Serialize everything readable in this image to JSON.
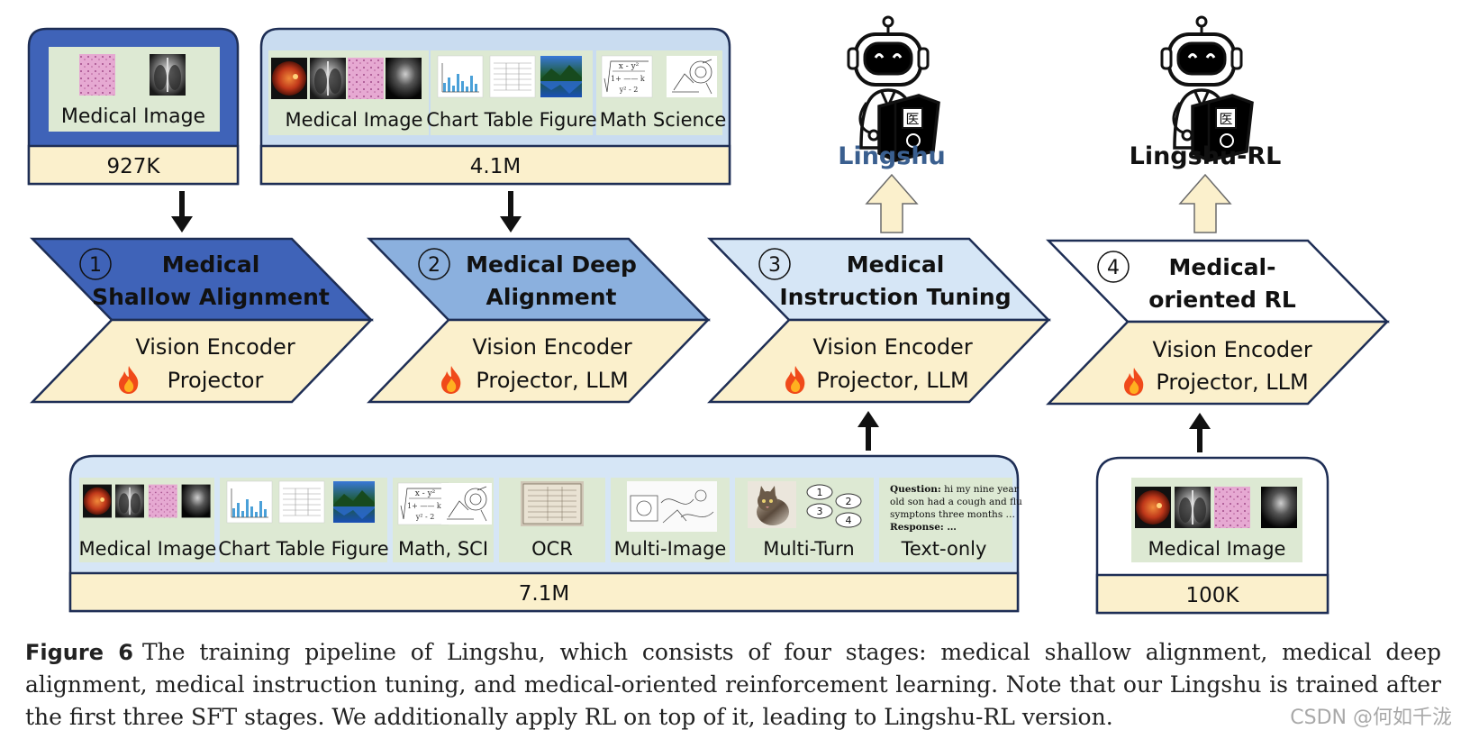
{
  "colors": {
    "stage1_blue": "#3f63b8",
    "stage2_blue": "#8bb0de",
    "stage3_blue": "#d6e6f6",
    "stage4_white": "#ffffff",
    "cream": "#fbf0cc",
    "panel_green": "#dde9d3",
    "panel_blue_bg": "#c9dcf0",
    "lingshu_blue": "#3a5f8f",
    "arrow_fill": "#fbf0cc"
  },
  "top_data": [
    {
      "thumb_labels": [
        "Medical Image"
      ],
      "count": "927K"
    },
    {
      "thumb_labels": [
        "Medical Image",
        "Chart Table Figure",
        "Math Science"
      ],
      "count": "4.1M"
    }
  ],
  "stages": [
    {
      "number": "1",
      "title_line1": "Medical",
      "title_line2": "Shallow Alignment",
      "train_line1": "Vision Encoder",
      "train_line2": "Projector"
    },
    {
      "number": "2",
      "title_line1": "Medical Deep",
      "title_line2": "Alignment",
      "train_line1": "Vision Encoder",
      "train_line2": "Projector, LLM"
    },
    {
      "number": "3",
      "title_line1": "Medical",
      "title_line2": "Instruction Tuning",
      "train_line1": "Vision Encoder",
      "train_line2": "Projector, LLM"
    },
    {
      "number": "4",
      "title_line1": "Medical-",
      "title_line2": "oriented RL",
      "train_line1": "Vision Encoder",
      "train_line2": "Projector, LLM"
    }
  ],
  "flame_icon": "fire-icon",
  "models": [
    {
      "name": "Lingshu",
      "icon": "robot-doctor-icon"
    },
    {
      "name": "Lingshu-RL",
      "icon": "robot-doctor-icon"
    }
  ],
  "bottom_data": [
    {
      "thumb_labels": [
        "Medical Image",
        "Chart Table Figure",
        "Math, SCI",
        "OCR",
        "Multi-Image",
        "Multi-Turn",
        "Text-only"
      ],
      "count": "7.1M",
      "text_sample": {
        "question_label": "Question:",
        "question_lines": [
          "hi my nine year",
          "old son had a cough and flu",
          "symptons three months …"
        ],
        "response_label": "Response: …"
      },
      "turn_bubbles": [
        "1",
        "2",
        "3",
        "4"
      ]
    },
    {
      "thumb_labels": [
        "Medical Image"
      ],
      "count": "100K"
    }
  ],
  "math_thumb": {
    "numerator": "xᵢ-y²",
    "denominator": "yᵢ²-2",
    "side": "k",
    "prefix": "1+"
  },
  "caption": {
    "label": "Figure 6",
    "text": "The training pipeline of Lingshu, which consists of four stages: medical shallow alignment, medical deep alignment, medical instruction tuning, and medical-oriented reinforcement learning. Note that our Lingshu is trained after the first three SFT stages. We additionally apply RL on top of it, leading to Lingshu-RL version."
  },
  "watermark": "CSDN @何如千泷"
}
